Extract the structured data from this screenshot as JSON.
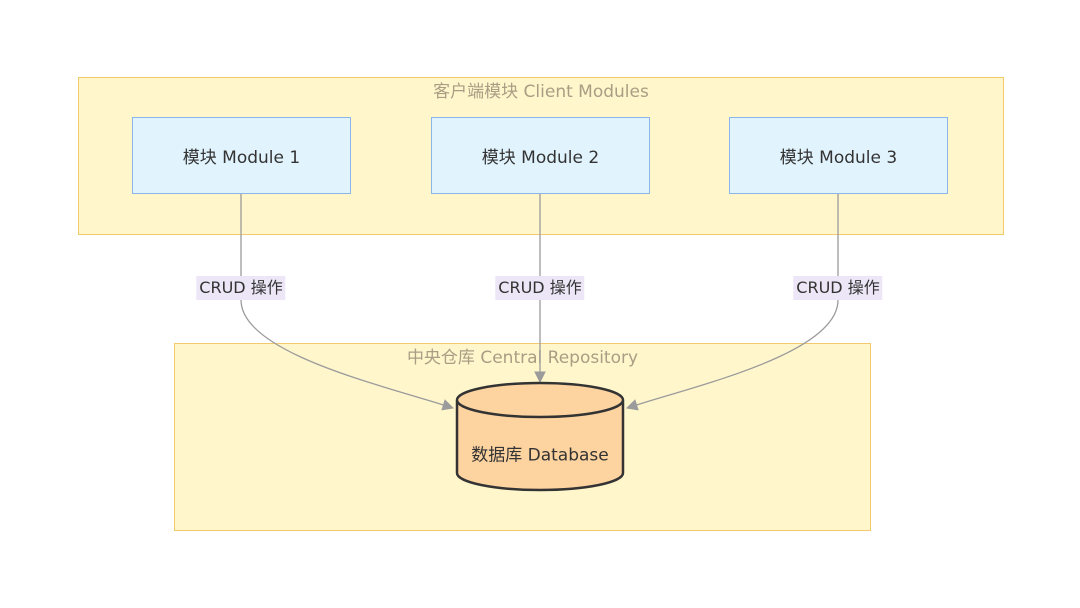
{
  "diagram": {
    "client_group": {
      "title": "客户端模块 Client Modules"
    },
    "modules": [
      {
        "label": "模块 Module 1"
      },
      {
        "label": "模块 Module 2"
      },
      {
        "label": "模块 Module 3"
      }
    ],
    "edges": [
      {
        "label": "CRUD 操作"
      },
      {
        "label": "CRUD 操作"
      },
      {
        "label": "CRUD 操作"
      }
    ],
    "repository_group": {
      "title": "中央仓库 Central Repository"
    },
    "database": {
      "label": "数据库 Database"
    }
  },
  "colors": {
    "group_fill": "#fff6cc",
    "group_border": "#f2c96e",
    "group_title": "#a99e84",
    "node_fill": "#e1f3fd",
    "node_border": "#8db6e8",
    "edge": "#9b9b9b",
    "edge_label_bg": "#ece6f7",
    "db_fill": "#fdd3a0",
    "db_stroke": "#333333",
    "text": "#333333"
  }
}
